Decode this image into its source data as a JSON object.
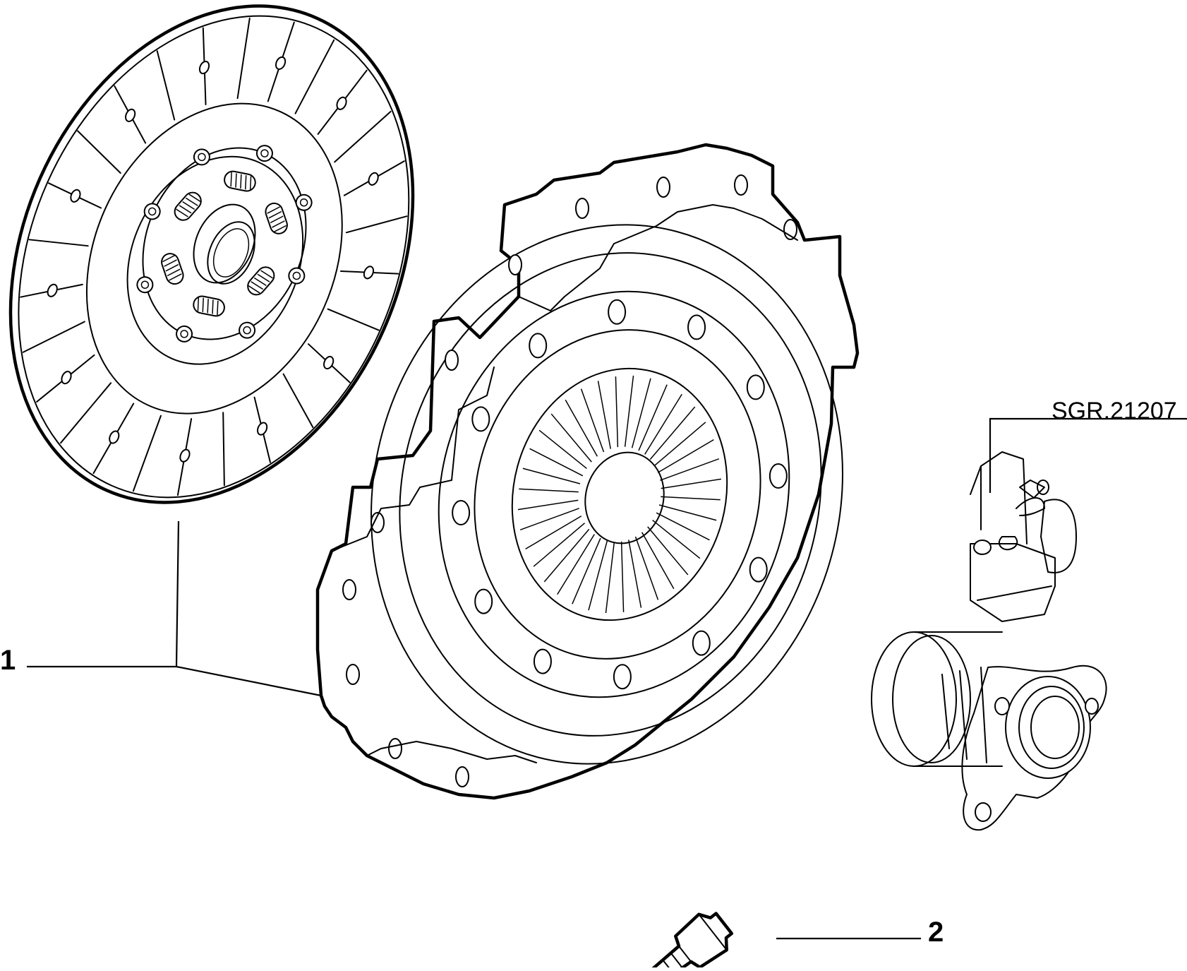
{
  "diagram": {
    "callouts": [
      {
        "id": "item-1",
        "label": "1"
      },
      {
        "id": "item-2",
        "label": "2"
      }
    ],
    "reference": {
      "label": "SGR.21207"
    },
    "parts": [
      {
        "name": "clutch-disc-icon"
      },
      {
        "name": "pressure-plate-icon"
      },
      {
        "name": "release-bearing-icon"
      },
      {
        "name": "bolt-icon"
      }
    ]
  }
}
